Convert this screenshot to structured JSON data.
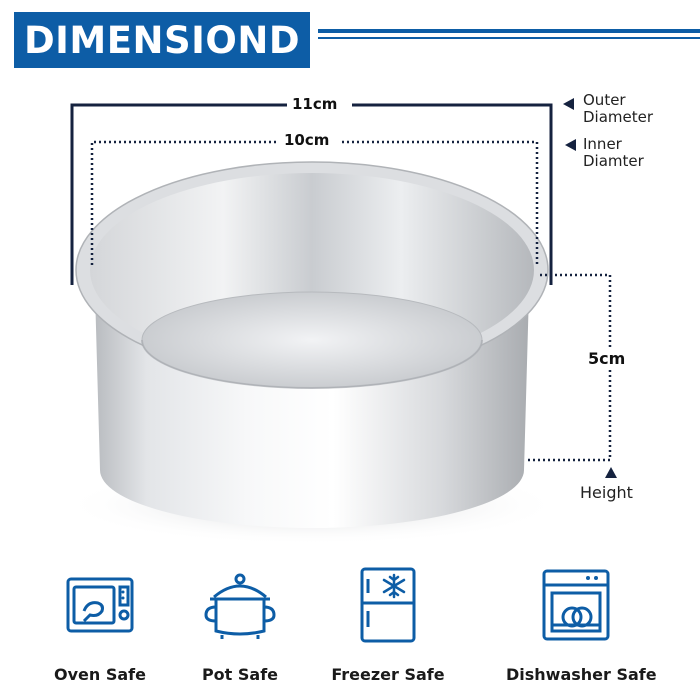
{
  "header": {
    "title": "DIMENSIOND"
  },
  "dimensions": {
    "outer": {
      "value": "11cm",
      "label_line1": "Outer",
      "label_line2": "Diameter"
    },
    "inner": {
      "value": "10cm",
      "label_line1": "Inner",
      "label_line2": "Diamter"
    },
    "height": {
      "value": "5cm",
      "label": "Height"
    }
  },
  "features": [
    {
      "icon": "microwave-oven-icon",
      "label": "Oven Safe"
    },
    {
      "icon": "pot-icon",
      "label": "Pot Safe"
    },
    {
      "icon": "freezer-icon",
      "label": "Freezer Safe"
    },
    {
      "icon": "dishwasher-icon",
      "label": "Dishwasher Safe"
    }
  ],
  "colors": {
    "brand_blue": "#0d5da6",
    "ink": "#1a1a1a"
  }
}
